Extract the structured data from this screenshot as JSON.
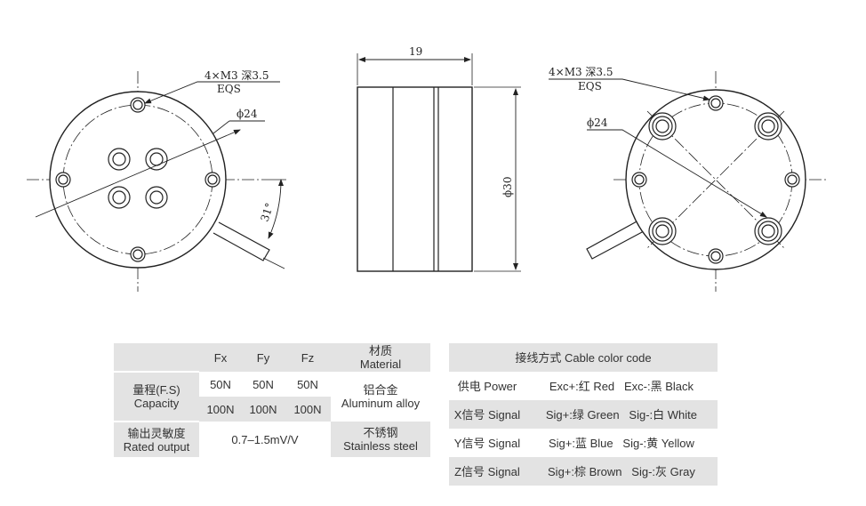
{
  "left_view": {
    "thread_note": "4×M3 深3.5",
    "thread_note_sub": "EQS",
    "pcd": "ϕ24",
    "angle": "31°"
  },
  "side_view": {
    "width_dim": "19",
    "diameter_dim": "ϕ30"
  },
  "right_view": {
    "thread_note": "4×M3 深3.5",
    "thread_note_sub": "EQS",
    "pcd": "ϕ24"
  },
  "spec_table": {
    "header": {
      "fx": "Fx",
      "fy": "Fy",
      "fz": "Fz",
      "material_cn": "材质",
      "material_en": "Material"
    },
    "capacity_cn": "量程(F.S)",
    "capacity_en": "Capacity",
    "row1": {
      "fx": "50N",
      "fy": "50N",
      "fz": "50N"
    },
    "row2": {
      "fx": "100N",
      "fy": "100N",
      "fz": "100N"
    },
    "material1_cn": "铝合金",
    "material1_en": "Aluminum alloy",
    "output_cn": "输出灵敏度",
    "output_en": "Rated output",
    "output_value": "0.7–1.5mV/V",
    "material2_cn": "不锈钢",
    "material2_en": "Stainless steel"
  },
  "cable_table": {
    "title": "接线方式 Cable color code",
    "rows": [
      {
        "label": "供电 Power",
        "value": "Exc+:红 Red   Exc-:黑 Black"
      },
      {
        "label": "X信号 Signal",
        "value": "Sig+:绿 Green   Sig-:白 White"
      },
      {
        "label": "Y信号 Signal",
        "value": "Sig+:蓝 Blue   Sig-:黄 Yellow"
      },
      {
        "label": "Z信号 Signal",
        "value": "Sig+:棕 Brown   Sig-:灰 Gray"
      }
    ]
  }
}
